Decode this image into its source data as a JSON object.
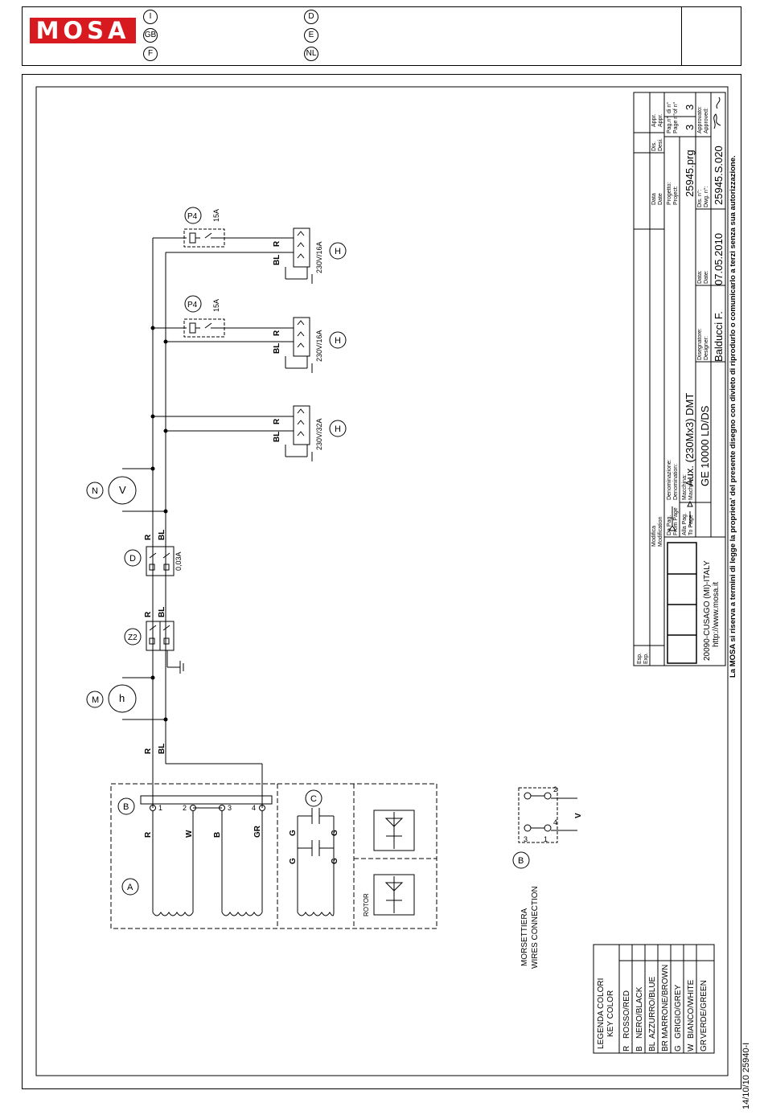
{
  "header": {
    "brand": "MOSA",
    "languages": [
      "I",
      "GB",
      "F",
      "D",
      "E",
      "NL"
    ]
  },
  "labels": {
    "A": "A",
    "B": "B",
    "C": "C",
    "D": "D",
    "H": "H",
    "M": "M",
    "N": "N",
    "Z2": "Z2",
    "P4": "P4",
    "V_meter": "V",
    "h_meter": "h",
    "V_wire": "V",
    "R": "R",
    "BL": "BL",
    "W": "W",
    "B_wire": "B",
    "GR": "GR",
    "G": "G",
    "rotor": "ROTOR",
    "d_rating": "0,03A",
    "p4_rating": "15A",
    "socket_32": "230V/32A",
    "socket_16": "230V/16A",
    "t1": "1",
    "t2": "2",
    "t3": "3",
    "t4": "4",
    "morsettiera": "MORSETTIERA",
    "wires_connection": "WIRES CONNECTION"
  },
  "legend": {
    "title1": "LEGENDA COLORI",
    "title2": "KEY COLOR",
    "rows": [
      {
        "code": "R",
        "name": "ROSSO/RED"
      },
      {
        "code": "B",
        "name": "NERO/BLACK"
      },
      {
        "code": "BL",
        "name": "AZZURRO/BLUE"
      },
      {
        "code": "BR",
        "name": "MARRONE/BROWN"
      },
      {
        "code": "G",
        "name": "GRIGIO/GREY"
      },
      {
        "code": "W",
        "name": "BIANCO/WHITE"
      },
      {
        "code": "GR",
        "name": "VERDE/GREEN"
      }
    ]
  },
  "title_block": {
    "esp": "Esp.",
    "exp": "Exp.",
    "modifica": "Modifica",
    "modification": "Modification",
    "data": "Data",
    "date": "Date",
    "dis": "Dis.",
    "desi": "Desi.",
    "appr": "Appr.",
    "appr2": "Appr.",
    "da_pag": "Da Pag.",
    "from_page": "From Page",
    "alla_pag": "Alla Pag.",
    "to_page": "To Page",
    "denominazione": "Denominazione:",
    "denomination": "Denomination:",
    "denomination_value": "Aux. (230Mx3) DMT",
    "macchina": "Macchina:",
    "machine": "Machine:",
    "machine_value": "GE 10000 LD/DS",
    "progetto": "Progetto:",
    "project": "Project:",
    "project_value": "25945.prg",
    "pag_n": "Pag.n°",
    "page_n": "Page n°",
    "page_value": "3",
    "di_n": "di n°",
    "of_n": "of n°",
    "of_value": "3",
    "disegnatore": "Disegnatore:",
    "designer": "Designer:",
    "designer_value": "Balducci F.",
    "data2": "Data:",
    "date2": "Date:",
    "date_value": "07.05.2010",
    "dis_n": "Dis. n°:",
    "dwg_n": "Dwg. n°:",
    "dwg_value": "25945.S.020",
    "approvato": "Approvato:",
    "approved": "Approved:",
    "address": "20090-CUSAGO (MI)-ITALY",
    "web": "http://www.mosa.it",
    "copyright": "La MOSA si riserva a termini di legge la proprieta' del presente disegno con divieto di riprodurlo o comunicarlo a terzi senza sua autorizzazione."
  },
  "footer": "14/10/10  25940-I",
  "colors": {
    "brand": "#d71920",
    "line": "#000000"
  }
}
